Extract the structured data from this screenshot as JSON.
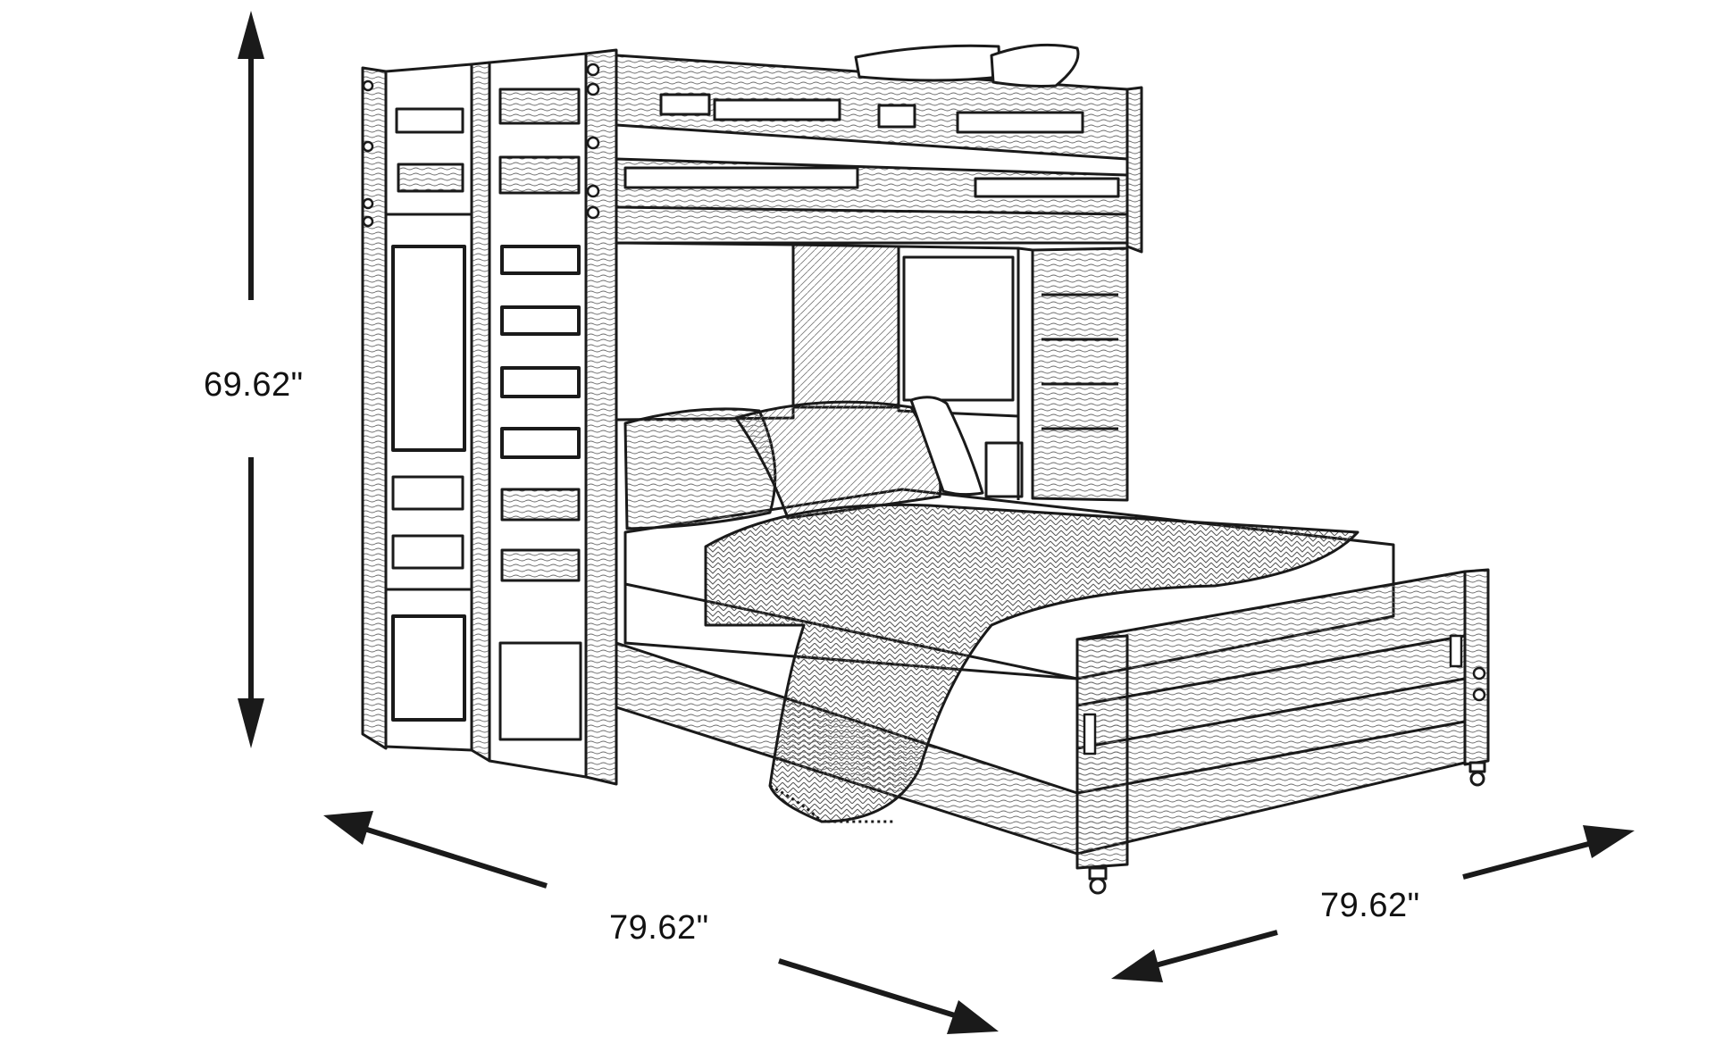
{
  "figure": {
    "type": "product dimension line drawing",
    "subject_icon": "loft-bed-icon",
    "dimensions": {
      "height": "69.62\"",
      "width": "79.62\"",
      "depth": "79.62\""
    },
    "colors": {
      "line": "#1a1a1a",
      "background": "#ffffff",
      "shade": "#cfcfcf"
    }
  }
}
